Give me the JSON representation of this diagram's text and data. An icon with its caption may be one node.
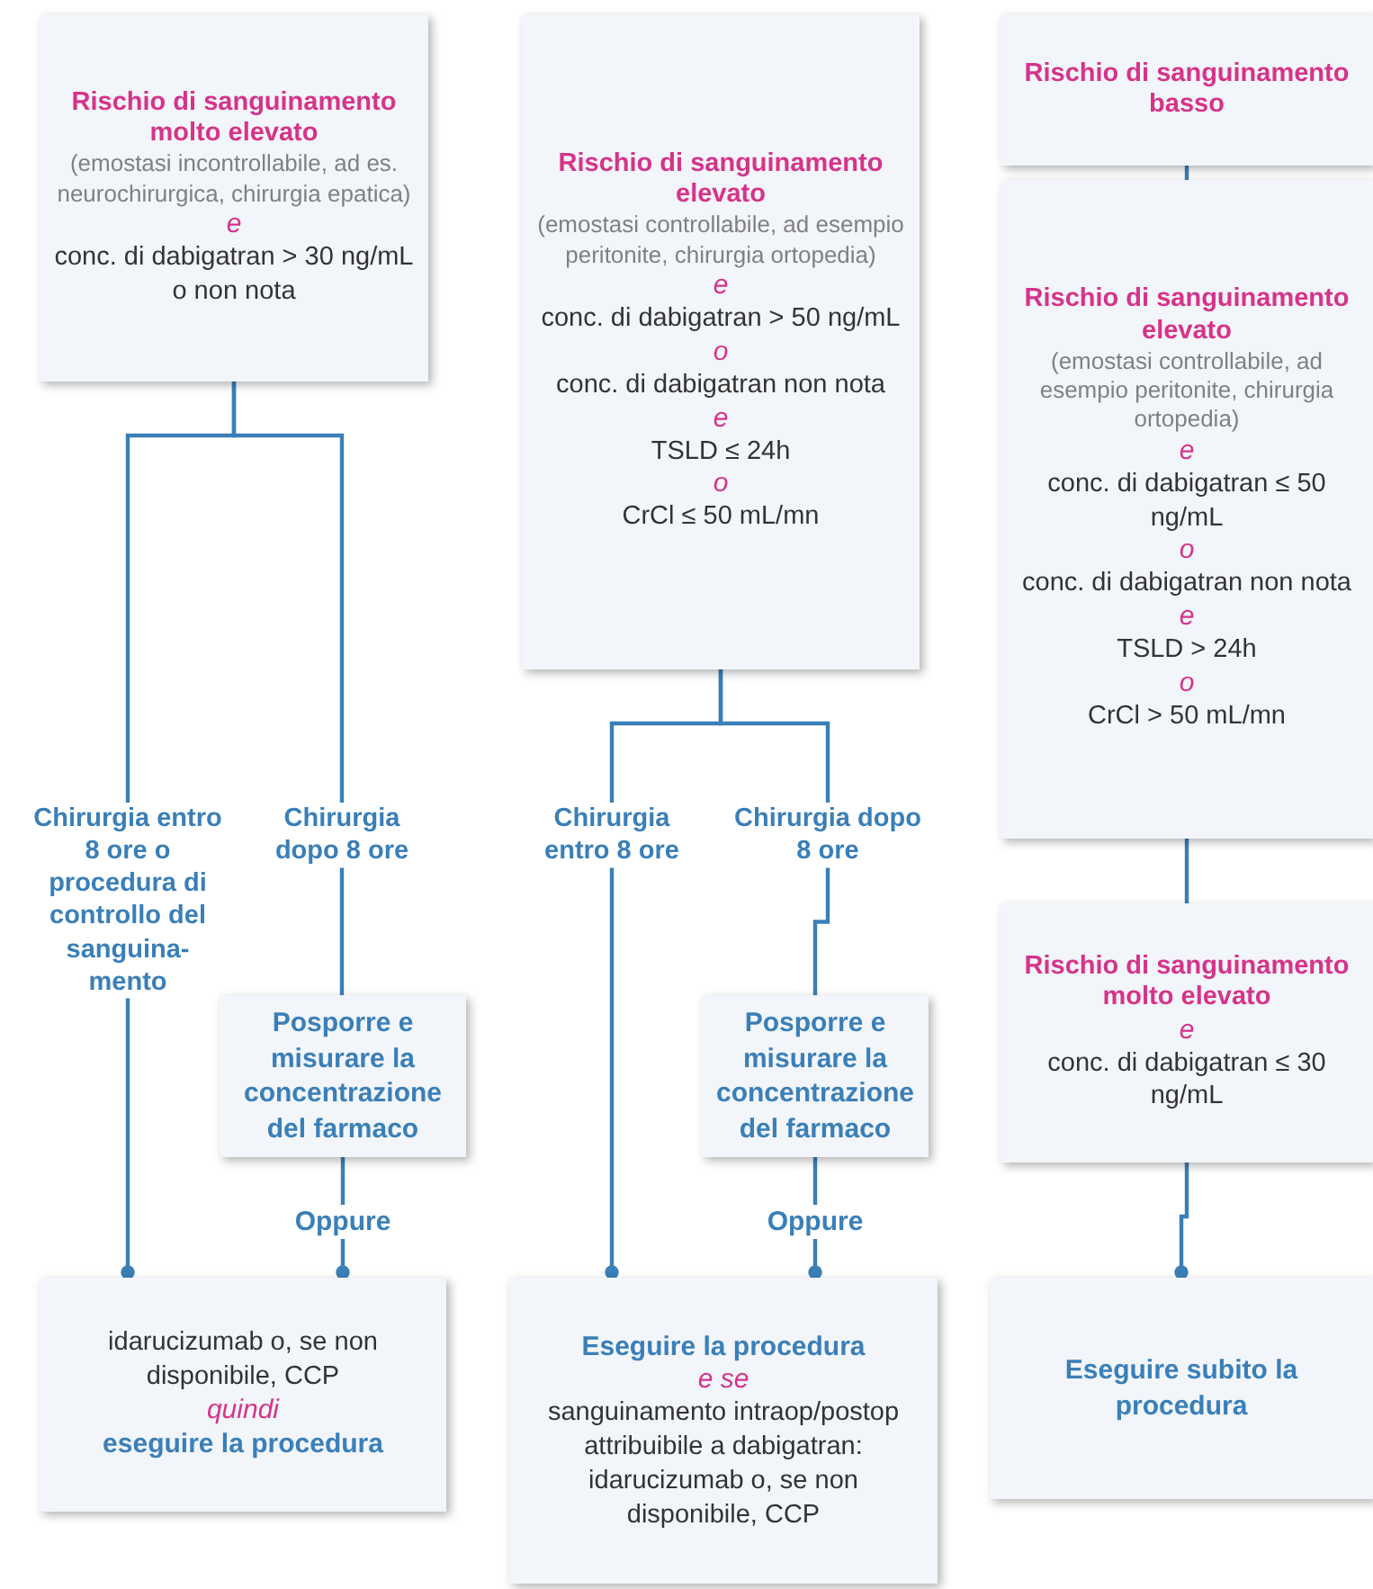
{
  "diagram": {
    "nodes": [
      {
        "text": [
          "Rischio di sanguinamento molto elevato",
          "(emostasi incontrollabile, ad es. neurochirurgica, chirurgia epatica)",
          "e",
          "conc. di dabigatran > 30 ng/mL o non nota"
        ]
      },
      {
        "text": [
          "Rischio di sanguinamento elevato",
          "(emostasi controllabile, ad esempio peritonite, chirurgia ortopedia)",
          "e",
          "conc. di dabigatran > 50 ng/mL",
          "o",
          "conc. di dabigatran non nota",
          "e",
          "TSLD ≤ 24h",
          "o",
          "CrCl ≤ 50 mL/mn"
        ]
      },
      {
        "text": [
          "Rischio di sanguinamento basso"
        ]
      },
      {
        "text": [
          "Rischio di sanguinamento elevato",
          "(emostasi controllabile, ad esempio peritonite, chirurgia ortopedia)",
          "e",
          "conc. di dabigatran ≤ 50 ng/mL",
          "o",
          "conc. di dabigatran non nota",
          "e",
          "TSLD > 24h",
          "o",
          "CrCl > 50 mL/mn"
        ]
      },
      {
        "text": [
          "Chirurgia entro 8 ore o procedura di controllo del sanguina-mento"
        ]
      },
      {
        "text": [
          "Chirurgia dopo 8 ore"
        ]
      },
      {
        "text": [
          "Chirurgia entro 8 ore"
        ]
      },
      {
        "text": [
          "Chirurgia dopo 8 ore"
        ]
      },
      {
        "text": [
          "Posporre e misurare la concentrazione del farmaco"
        ]
      },
      {
        "text": [
          "Posporre e misurare la concentrazione del farmaco"
        ]
      },
      {
        "text": [
          "Rischio di sanguinamento molto elevato",
          "e",
          "conc. di dabigatran ≤ 30 ng/mL"
        ]
      },
      {
        "text": [
          "idarucizumab o, se non disponibile, CCP",
          "quindi",
          "eseguire la procedura"
        ]
      },
      {
        "text": [
          "Eseguire la procedura",
          "e se",
          "sanguinamento intraop/postop attribuibile a dabigatran: idarucizumab o, se non disponibile, CCP"
        ]
      },
      {
        "text": [
          "Eseguire subito la procedura"
        ]
      }
    ],
    "edges": [
      {
        "from": 0,
        "to": 4,
        "arrow": "none"
      },
      {
        "from": 0,
        "to": 5,
        "arrow": "none"
      },
      {
        "from": 1,
        "to": 6,
        "arrow": "none"
      },
      {
        "from": 1,
        "to": 7,
        "arrow": "none"
      },
      {
        "from": 2,
        "to": 3,
        "arrow": "none"
      },
      {
        "from": 4,
        "to": 11,
        "arrow": "other"
      },
      {
        "from": 5,
        "to": 8,
        "arrow": "none"
      },
      {
        "from": 8,
        "to": 11,
        "label": "Oppure",
        "arrow": "other"
      },
      {
        "from": 6,
        "to": 12,
        "arrow": "other"
      },
      {
        "from": 7,
        "to": 9,
        "arrow": "none"
      },
      {
        "from": 9,
        "to": 12,
        "label": "Oppure",
        "arrow": "other"
      },
      {
        "from": 3,
        "to": 10,
        "arrow": "none"
      },
      {
        "from": 10,
        "to": 13,
        "arrow": "other"
      }
    ]
  }
}
